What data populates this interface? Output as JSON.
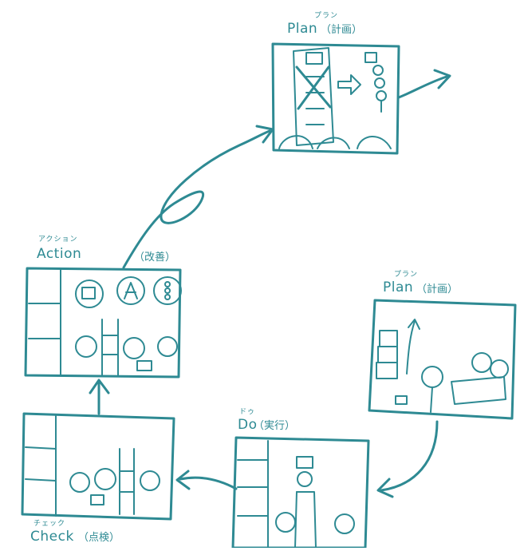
{
  "stages": {
    "plan_top": {
      "ruby": "プラン",
      "title": "Plan",
      "kanji": "（計画）"
    },
    "plan_right": {
      "ruby": "プラン",
      "title": "Plan",
      "kanji": "（計画）"
    },
    "do": {
      "ruby": "ドゥ",
      "title": "Do",
      "kanji": "（実行）"
    },
    "check": {
      "ruby": "チェック",
      "title": "Check",
      "kanji": "（点検）"
    },
    "action": {
      "ruby": "アクション",
      "title": "Action",
      "kanji": "（改善）"
    }
  },
  "colors": {
    "ink": "#2e8a93",
    "background": "#ffffff"
  }
}
